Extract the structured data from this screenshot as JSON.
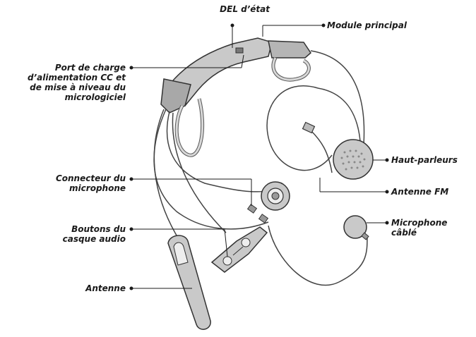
{
  "labels": {
    "status_led": "DEL d’état",
    "main_module": "Module principal",
    "charging_port": "Port de charge\nd’alimentation CC et\nde mise à niveau du\nmicrologiciel",
    "speakers": "Haut-parleurs",
    "fm_antenna": "Antenne FM",
    "mic_connector": "Connecteur du\nmicrophone",
    "headset_buttons": "Boutons du\ncasque audio",
    "wired_microphone": "Microphone\ncâblé",
    "antenna": "Antenne"
  },
  "colors": {
    "line": "#1a1a1a",
    "device_fill": "#c9c9c9",
    "device_dark": "#9a9a9a",
    "device_stroke": "#333333"
  }
}
